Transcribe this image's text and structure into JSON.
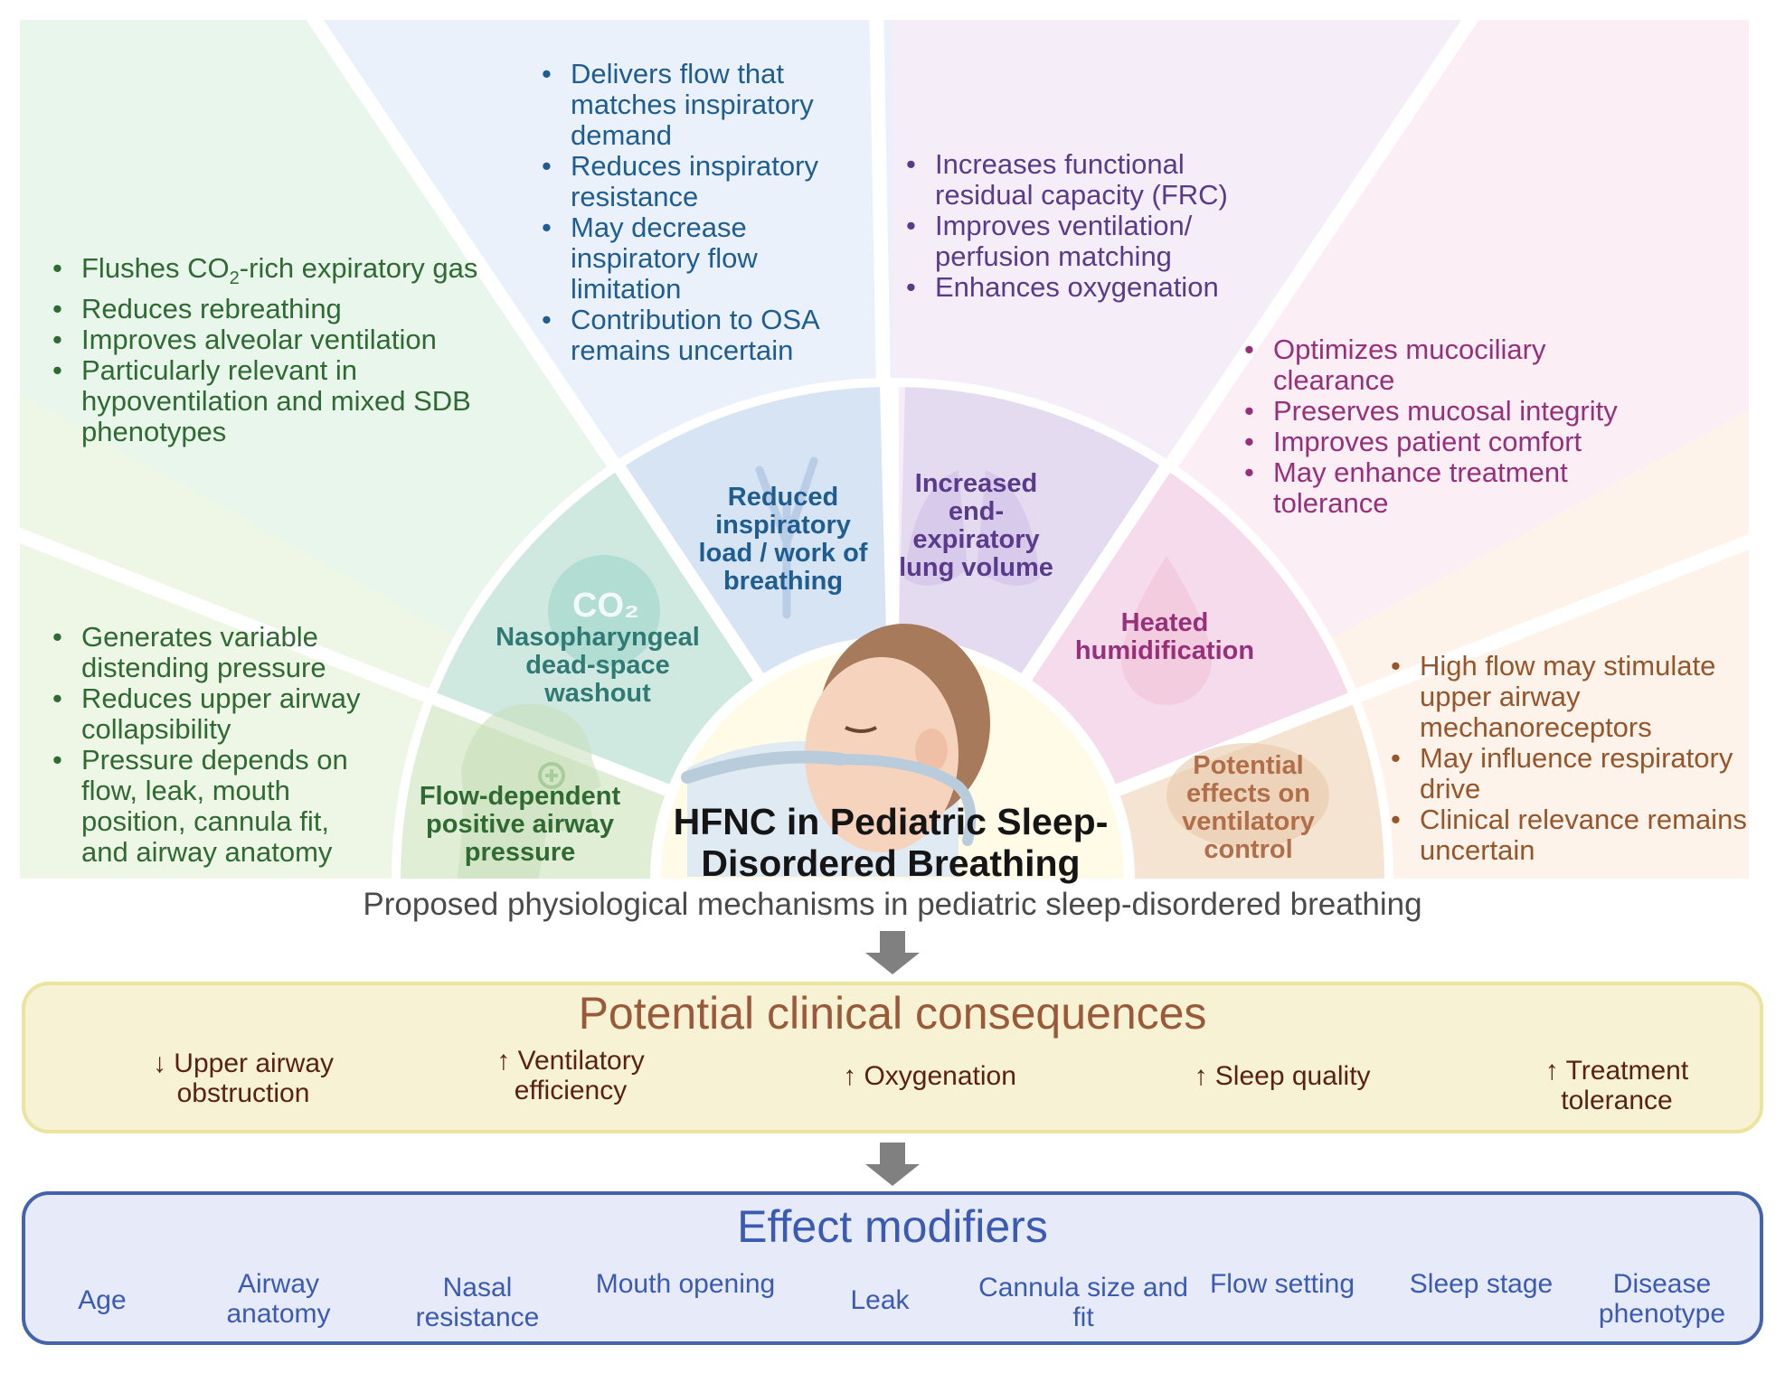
{
  "segments": {
    "washout": {
      "label": "Nasopharyngeal dead-space washout",
      "icon_text": "CO₂",
      "bullets": [
        "Flushes CO₂-rich expiratory gas",
        "Reduces rebreathing",
        "Improves alveolar ventilation",
        "Particularly relevant in hypoventilation and mixed SDB phenotypes"
      ]
    },
    "inspiratory": {
      "label": "Reduced inspiratory load / work of breathing",
      "bullets": [
        "Delivers flow that matches inspiratory demand",
        "Reduces inspiratory resistance",
        "May decrease inspiratory flow limitation",
        "Contribution to OSA remains uncertain"
      ]
    },
    "lung_volume": {
      "label": "Increased end-expiratory lung volume",
      "bullets": [
        "Increases functional residual capacity (FRC)",
        "Improves ventilation/ perfusion matching",
        "Enhances oxygenation"
      ]
    },
    "humidification": {
      "label": "Heated humidification",
      "bullets": [
        "Optimizes mucociliary clearance",
        "Preserves mucosal integrity",
        "Improves patient comfort",
        "May enhance treatment tolerance"
      ]
    },
    "pressure": {
      "label": "Flow-dependent positive airway pressure",
      "bullets": [
        "Generates variable distending pressure",
        "Reduces upper airway collapsibility",
        "Pressure depends on flow, leak, mouth position, cannula fit, and airway anatomy"
      ]
    },
    "ventilatory_control": {
      "label": "Potential effects on ventilatory control",
      "bullets": [
        "High flow may stimulate upper airway mechanoreceptors",
        "May influence respiratory drive",
        "Clinical relevance remains uncertain"
      ]
    }
  },
  "center": {
    "title": "HFNC in Pediatric Sleep-Disordered Breathing"
  },
  "subtitle": "Proposed physiological mechanisms in pediatric sleep-disordered breathing",
  "consequences": {
    "title": "Potential clinical consequences",
    "items": [
      "↓ Upper airway obstruction",
      "↑ Ventilatory efficiency",
      "↑ Oxygenation",
      "↑ Sleep quality",
      "↑ Treatment tolerance"
    ]
  },
  "modifiers": {
    "title": "Effect modifiers",
    "items": [
      "Age",
      "Airway anatomy",
      "Nasal resistance",
      "Mouth opening",
      "Leak",
      "Cannula size and fit",
      "Flow setting",
      "Sleep stage",
      "Disease phenotype"
    ]
  },
  "colors": {
    "green": "#2f6a32",
    "teal": "#2f7a74",
    "blue": "#1f5d91",
    "purple": "#5a3a8a",
    "magenta": "#96307a",
    "brown": "#96552a",
    "consequence_title": "#9a5a3a",
    "consequence_item": "#5a1f17",
    "modifier_blue": "#3b5bb3"
  }
}
